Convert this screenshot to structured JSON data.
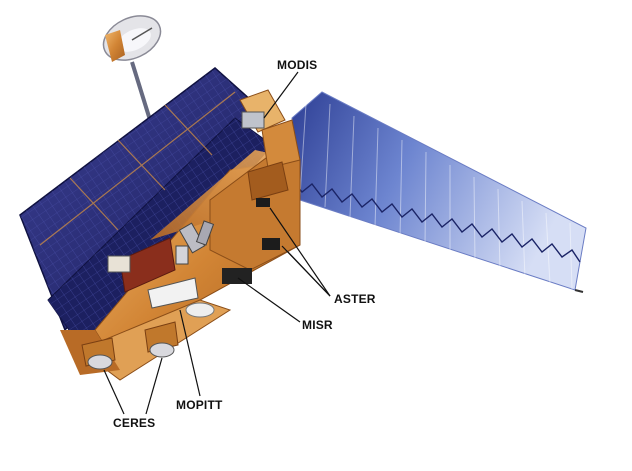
{
  "labels": {
    "modis": "MODIS",
    "aster": "ASTER",
    "misr": "MISR",
    "mopitt": "MOPITT",
    "ceres": "CERES"
  },
  "colors": {
    "solar_cell": "#2c2f7a",
    "solar_cell_dark": "#1b1d55",
    "gold_foil": "#d58a3a",
    "gold_foil_light": "#eab06a",
    "gold_foil_dark": "#a45d1f",
    "array_blue": "#3d55b0",
    "array_light": "#c8d3f0",
    "leader_line": "#111111"
  }
}
